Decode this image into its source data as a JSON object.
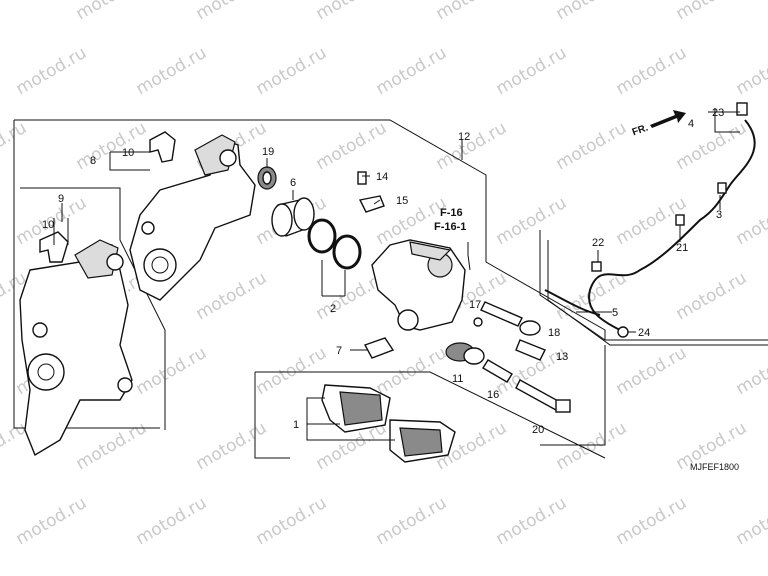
{
  "watermark": "motod.ru",
  "diagram_code": "MJFEF1800",
  "direction_label": "FR.",
  "reference_labels": [
    "F-16",
    "F-16-1"
  ],
  "callouts": [
    {
      "id": "c1",
      "text": "1"
    },
    {
      "id": "c2",
      "text": "2"
    },
    {
      "id": "c3",
      "text": "3"
    },
    {
      "id": "c4",
      "text": "4"
    },
    {
      "id": "c5",
      "text": "5"
    },
    {
      "id": "c6",
      "text": "6"
    },
    {
      "id": "c7",
      "text": "7"
    },
    {
      "id": "c8",
      "text": "8"
    },
    {
      "id": "c9",
      "text": "9"
    },
    {
      "id": "c10a",
      "text": "10"
    },
    {
      "id": "c10b",
      "text": "10"
    },
    {
      "id": "c11",
      "text": "11"
    },
    {
      "id": "c12",
      "text": "12"
    },
    {
      "id": "c13",
      "text": "13"
    },
    {
      "id": "c14",
      "text": "14"
    },
    {
      "id": "c15",
      "text": "15"
    },
    {
      "id": "c16",
      "text": "16"
    },
    {
      "id": "c17",
      "text": "17"
    },
    {
      "id": "c18",
      "text": "18"
    },
    {
      "id": "c19",
      "text": "19"
    },
    {
      "id": "c20",
      "text": "20"
    },
    {
      "id": "c21",
      "text": "21"
    },
    {
      "id": "c22",
      "text": "22"
    },
    {
      "id": "c23",
      "text": "23"
    },
    {
      "id": "c24",
      "text": "24"
    }
  ]
}
